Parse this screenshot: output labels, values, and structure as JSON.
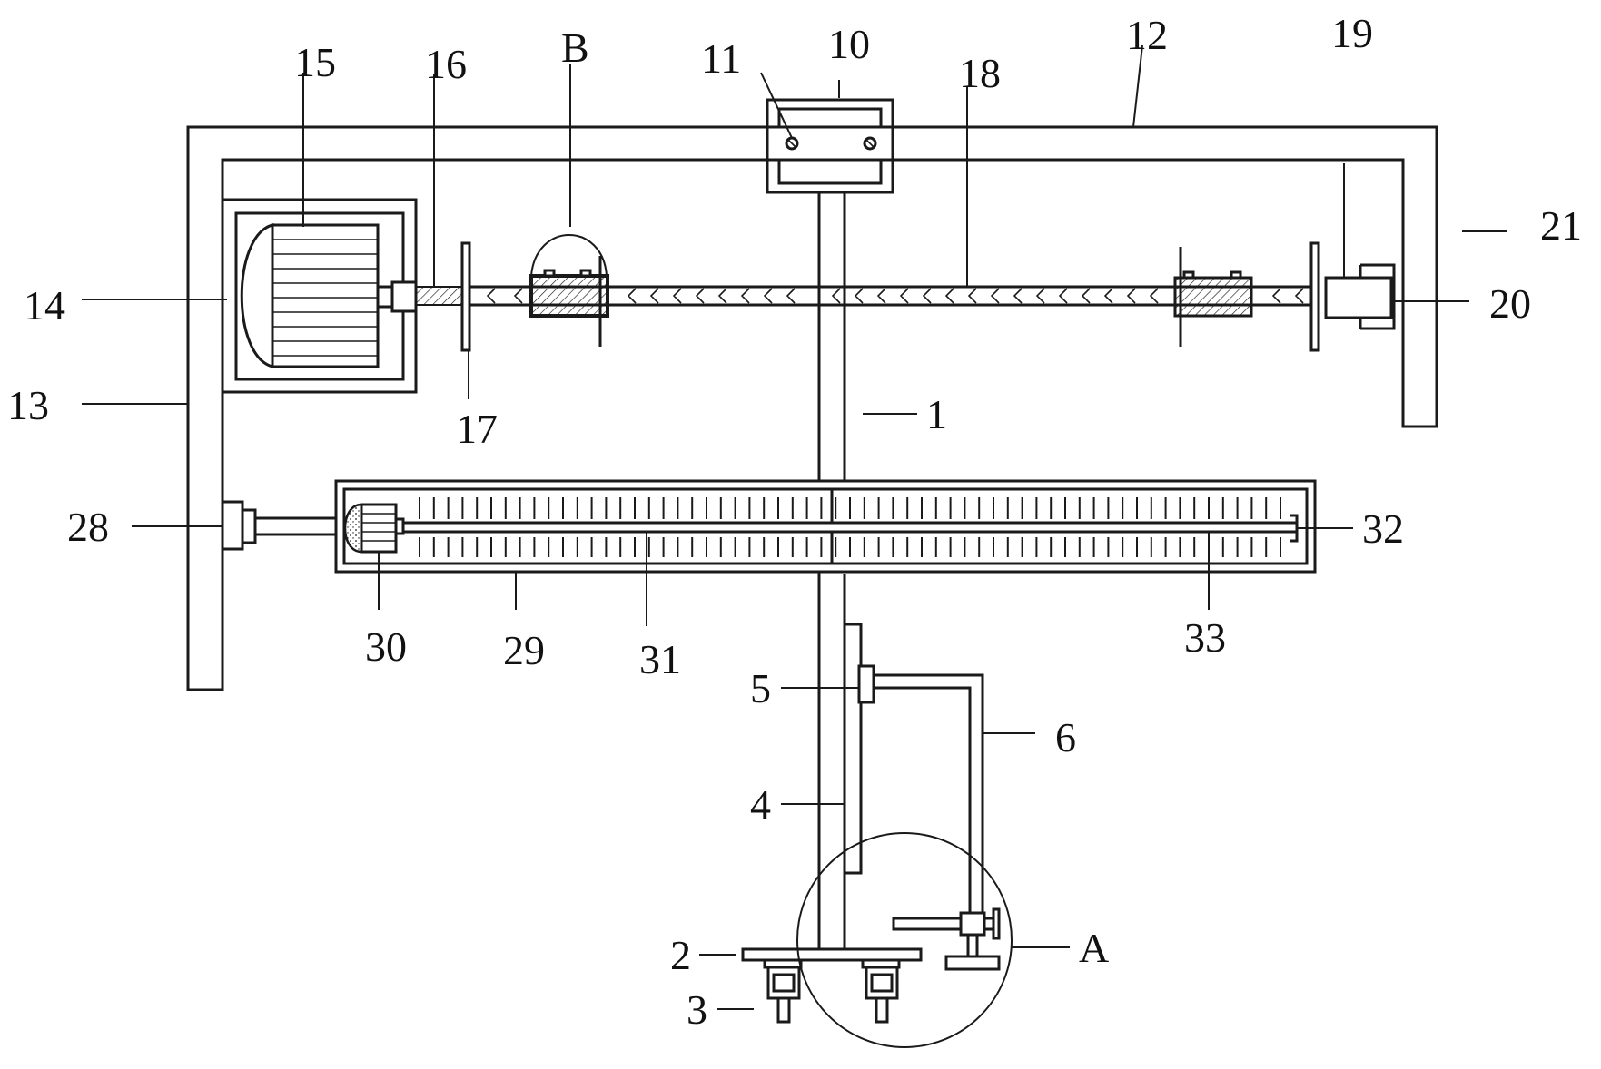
{
  "labels": {
    "l1": "1",
    "l2": "2",
    "l3": "3",
    "l4": "4",
    "l5": "5",
    "l6": "6",
    "l10": "10",
    "l11": "11",
    "l12": "12",
    "l13": "13",
    "l14": "14",
    "l15": "15",
    "l16": "16",
    "l17": "17",
    "l18": "18",
    "l19": "19",
    "l20": "20",
    "l21": "21",
    "l28": "28",
    "l29": "29",
    "l30": "30",
    "l31": "31",
    "l32": "32",
    "l33": "33",
    "lA": "A",
    "lB": "B"
  }
}
